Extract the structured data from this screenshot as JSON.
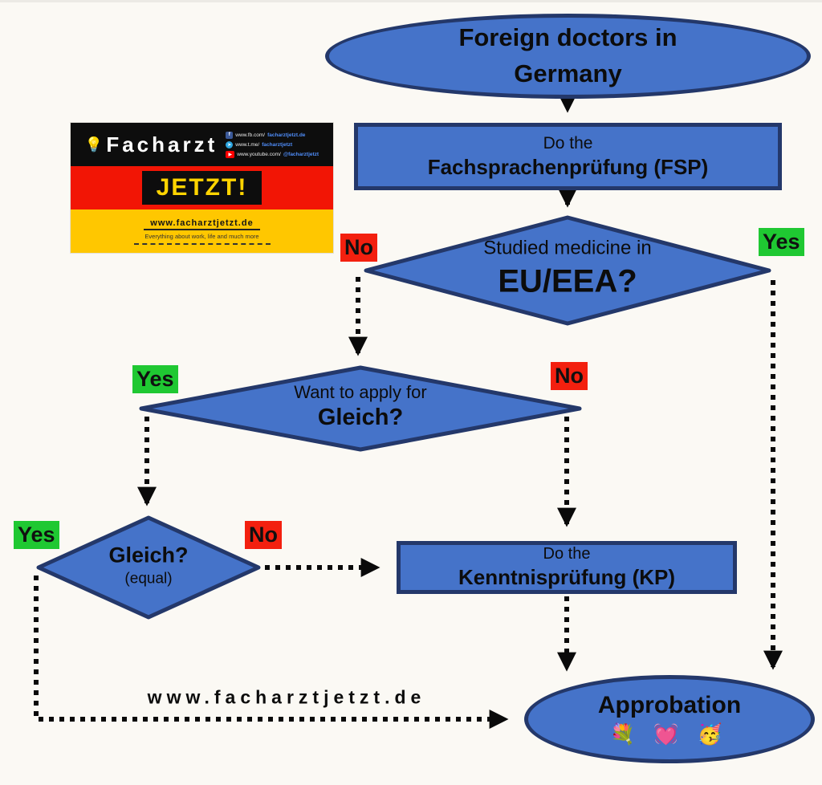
{
  "colors": {
    "background": "#fbf9f4",
    "shape_fill": "#4573c9",
    "shape_border": "#24386a",
    "yes_green": "#1fc832",
    "no_red": "#f3200f",
    "arrow_black": "#0a0a0a",
    "flag_black": "#0d0d0d",
    "flag_red": "#f21505",
    "flag_gold": "#ffc700",
    "jetzt_yellow": "#ffd400"
  },
  "flowchart": {
    "start": {
      "line1": "Foreign doctors in",
      "line2": "Germany"
    },
    "fsp": {
      "line1": "Do the",
      "line2": "Fachsprachenprüfung (FSP)"
    },
    "eu": {
      "line1": "Studied medicine in",
      "line2": "EU/EEA?",
      "no_label": "No",
      "yes_label": "Yes"
    },
    "want": {
      "line1": "Want to apply for",
      "line2": "Gleich?",
      "yes_label": "Yes",
      "no_label": "No"
    },
    "gleich": {
      "line1": "Gleich?",
      "line2": "(equal)",
      "yes_label": "Yes",
      "no_label": "No"
    },
    "kp": {
      "line1": "Do the",
      "line2": "Kenntnisprüfung (KP)"
    },
    "approbation": {
      "label": "Approbation",
      "emojis": "💐 💓 🥳"
    },
    "website_label": "www.facharztjetzt.de"
  },
  "logo": {
    "bulb_icon": "💡",
    "brand": "Facharzt",
    "jetzt": "JETZT!",
    "website": "www.facharztjetzt.de",
    "tagline": "Everything about work, life and much more",
    "socials": [
      {
        "name": "facebook",
        "prefix": "www.fb.com/",
        "handle": "facharztjetzt.de"
      },
      {
        "name": "telegram",
        "prefix": "www.t.me/",
        "handle": "facharztjetzt"
      },
      {
        "name": "youtube",
        "prefix": "www.youtube.com/",
        "handle": "@facharztjetzt"
      }
    ]
  }
}
